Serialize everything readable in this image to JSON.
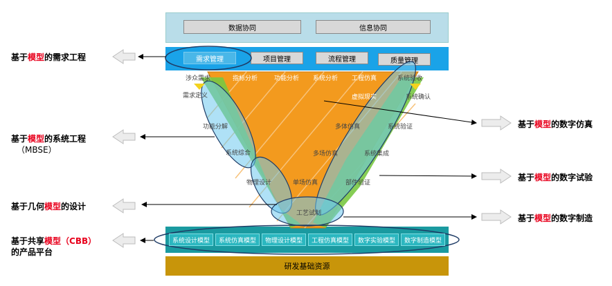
{
  "top": {
    "collab": [
      "数据协同",
      "信息协同"
    ],
    "mgmt": [
      "需求管理",
      "项目管理",
      "流程管理",
      "质量管理"
    ]
  },
  "vee": {
    "top_labels": [
      "涉众需求",
      "指标分析",
      "功能分析",
      "系统分析",
      "工程仿真",
      "系统验收"
    ],
    "left": [
      "需求定义",
      "功能分解",
      "系统综合",
      "物理设计"
    ],
    "right": [
      "系统确认",
      "系统验证",
      "系统集成",
      "部件验证"
    ],
    "middle": [
      "虚拟现实",
      "多体仿真",
      "多场仿真",
      "单场仿真"
    ],
    "bottom": "工艺试制"
  },
  "models": [
    "系统设计模型",
    "系统仿真模型",
    "物理设计模型",
    "工程仿真模型",
    "数字实验模型",
    "数字制造模型"
  ],
  "foundation": "研发基础资源",
  "left_labels": [
    {
      "pre": "基于",
      "hl": "模型",
      "post": "的需求工程"
    },
    {
      "pre": "基于",
      "hl": "模型",
      "post": "的系统工程"
    },
    {
      "pre": "基于几何",
      "hl": "模型",
      "post": "的设计"
    },
    {
      "pre": "基于共享",
      "hl": "模型（CBB）",
      "post": ""
    }
  ],
  "left_sub": [
    "（MBSE）",
    "的产品平台"
  ],
  "right_labels": [
    {
      "pre": "基于",
      "hl": "模型",
      "post": "的数字仿真"
    },
    {
      "pre": "基于",
      "hl": "模型",
      "post": "的数字试验"
    },
    {
      "pre": "基于",
      "hl": "模型",
      "post": "的数字制造"
    }
  ],
  "colors": {
    "accent": "#e8001c",
    "blue_band": "#1aa3e8",
    "teal_band": "#1a9aa0",
    "gold_band": "#c8950a",
    "orange": "#f39a1e",
    "green": "#79c843",
    "cyan": "#6ec8ee"
  }
}
